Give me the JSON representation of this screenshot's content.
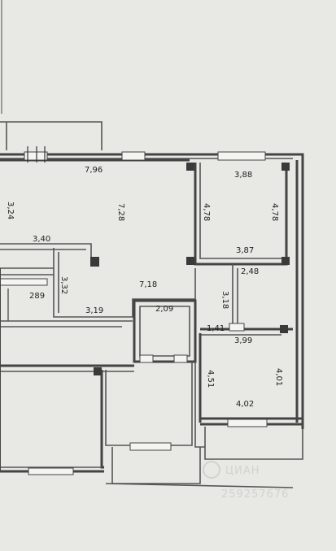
{
  "plan": {
    "dimensions": {
      "d_7_96": "7,96",
      "d_3_24": "3,24",
      "d_7_28": "7,28",
      "d_3_88": "3,88",
      "d_4_78_left": "4,78",
      "d_4_78_right": "4,78",
      "d_3_87": "3,87",
      "d_3_40": "3,40",
      "d_2_48": "2,48",
      "d_7_18": "7,18",
      "d_3_32": "3,32",
      "d_2_89": "289",
      "d_3_18": "3,18",
      "d_2_09": "2,09",
      "d_3_19": "3,19",
      "d_1_41": "1,41",
      "d_3_99": "3,99",
      "d_4_51": "4,51",
      "d_4_01": "4,01",
      "d_4_02": "4,02"
    },
    "watermark": {
      "brand": "ЦИАН",
      "number": "259257676"
    }
  }
}
